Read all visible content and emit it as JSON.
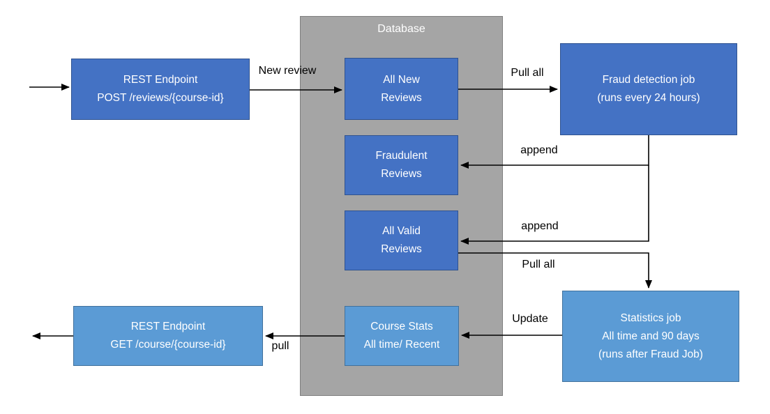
{
  "diagram": {
    "container_label": "Database",
    "nodes": {
      "rest_post": {
        "line1": "REST Endpoint",
        "line2": "POST /reviews/{course-id}"
      },
      "all_new": {
        "line1": "All New",
        "line2": "Reviews"
      },
      "fraudulent": {
        "line1": "Fraudulent",
        "line2": "Reviews"
      },
      "all_valid": {
        "line1": "All Valid",
        "line2": "Reviews"
      },
      "course_stats": {
        "line1": "Course Stats",
        "line2": "All time/ Recent"
      },
      "fraud_job": {
        "line1": "Fraud detection job",
        "line2": "(runs every 24 hours)"
      },
      "stats_job": {
        "line1": "Statistics job",
        "line2": "All time and 90 days",
        "line3": "(runs after Fraud Job)"
      },
      "rest_get": {
        "line1": "REST Endpoint",
        "line2": "GET /course/{course-id}"
      }
    },
    "edge_labels": {
      "new_review": "New review",
      "pull_all_top": "Pull all",
      "append_fraudulent": "append",
      "append_valid": "append",
      "pull_all_bottom": "Pull all",
      "update": "Update",
      "pull": "pull"
    },
    "colors": {
      "dark_blue_fill": "#4472C4",
      "dark_blue_border": "#2F528F",
      "light_blue_fill": "#5B9BD5",
      "light_blue_border": "#41719C",
      "container_gray_fill": "#A5A5A5",
      "container_gray_border": "#7F7F7F",
      "arrow_color": "#000000",
      "node_text_color": "#FFFFFF",
      "label_text_color": "#000000",
      "background": "#FFFFFF"
    }
  }
}
